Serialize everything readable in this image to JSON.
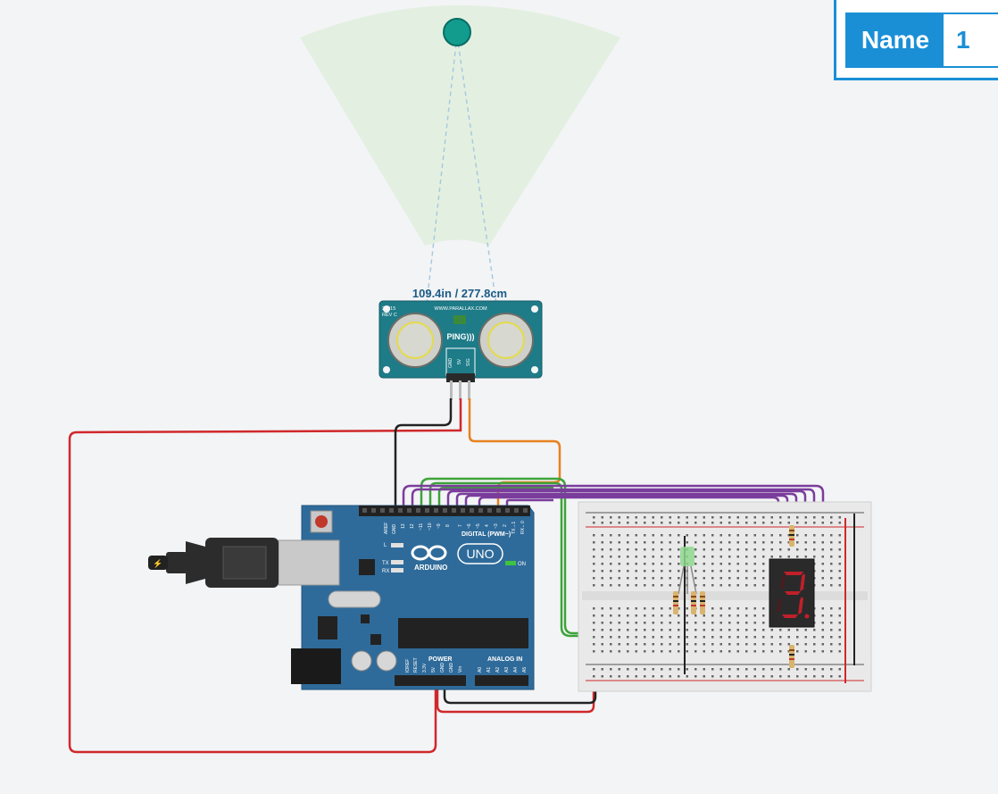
{
  "name_badge": {
    "label": "Name",
    "value": "1"
  },
  "sensor": {
    "reading": "109.4in / 277.8cm",
    "model_top": "28015",
    "model_rev": "REV C",
    "website": "WWW.PARALLAX.COM",
    "brand": "PING)))",
    "pin_gnd": "GND",
    "pin_5v": "5V",
    "pin_sig": "SIG"
  },
  "arduino": {
    "brand": "ARDUINO",
    "model": "UNO",
    "digital_label": "DIGITAL (PWM~)",
    "power_label": "POWER",
    "analog_label": "ANALOG IN",
    "on_label": "ON",
    "led_l": "L",
    "led_tx": "TX",
    "led_rx": "RX",
    "header_labels": [
      "AREF",
      "GND",
      "13",
      "12",
      "~11",
      "~10",
      "~9",
      "8",
      "7",
      "~6",
      "~5",
      "4",
      "~3",
      "2",
      "TX→1",
      "RX←0"
    ],
    "power_pins": [
      "IOREF",
      "RESET",
      "3.3V",
      "5V",
      "GND",
      "GND",
      "Vin"
    ],
    "analog_pins": [
      "A0",
      "A1",
      "A2",
      "A3",
      "A4",
      "A5"
    ]
  },
  "display": {
    "digit": "3"
  },
  "colors": {
    "board": "#2f6b9a",
    "wire_red": "#d0282b",
    "wire_black": "#222222",
    "wire_orange": "#e8811f",
    "wire_green": "#3ea33a",
    "wire_purple": "#7b3d9c",
    "accent": "#1a8fd6"
  }
}
